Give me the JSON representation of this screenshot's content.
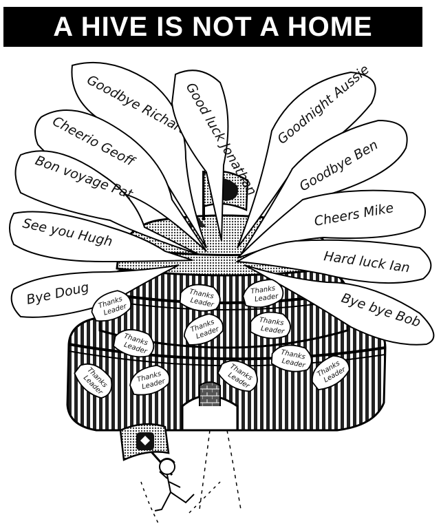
{
  "headline": "A HIVE IS NOT A HOME",
  "farewells": [
    "Goodbye Richard",
    "Good luck Jonathan",
    "Goodnight Aussie",
    "Cheerio Geoff",
    "Goodbye Ben",
    "Bon voyage Pat",
    "Cheers Mike",
    "See you Hugh",
    "Hard luck Ian",
    "Bye Doug",
    "Bye bye Bob"
  ],
  "thanks": {
    "line1": "Thanks",
    "line2": "Leader"
  },
  "colors": {
    "ink": "#111111",
    "paper": "#ffffff",
    "banner": "#000000"
  }
}
